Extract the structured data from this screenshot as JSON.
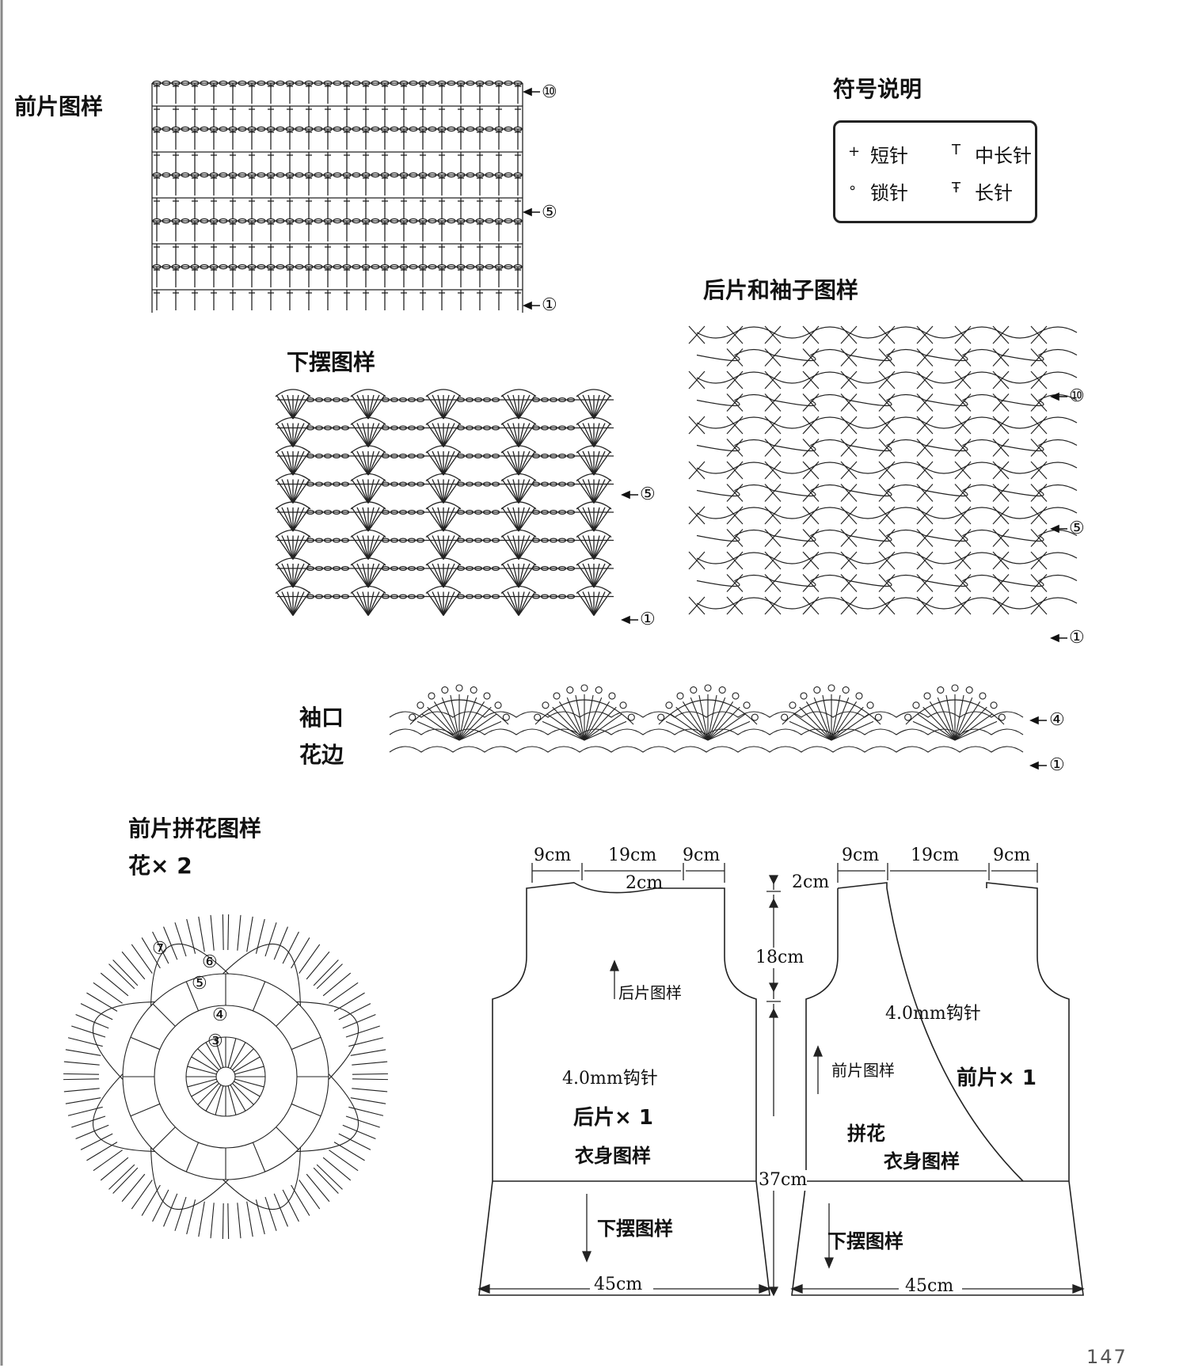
{
  "titles": {
    "front_pattern": "前片图样",
    "legend_title": "符号说明",
    "back_sleeve_pattern": "后片和袖子图样",
    "hem_pattern": "下摆图样",
    "cuff_line1": "袖口",
    "cuff_line2": "花边",
    "motif_line1": "前片拼花图样",
    "motif_line2": "花× 2"
  },
  "legend": {
    "items": [
      {
        "symbol": "+",
        "label": "短针"
      },
      {
        "symbol": "T",
        "label": "中长针"
      },
      {
        "symbol": "∘",
        "label": "锁针"
      },
      {
        "symbol": "Ŧ",
        "label": "长针"
      }
    ]
  },
  "row_markers": {
    "front": [
      "⑩",
      "⑤",
      "①"
    ],
    "hem": [
      "⑤",
      "①"
    ],
    "back": [
      "⑩",
      "⑤",
      "①"
    ],
    "cuff": [
      "④",
      "①"
    ],
    "motif": [
      "⑦",
      "⑥",
      "⑤",
      "④",
      "③"
    ]
  },
  "schematic": {
    "back": {
      "top_dims": [
        "9cm",
        "19cm",
        "9cm"
      ],
      "neck_drop": "2cm",
      "hook": "4.0mm钩针",
      "piece": "后片× 1",
      "body_pattern": "衣身图样",
      "arrow_up_label": "后片图样",
      "arrow_down_label": "下摆图样",
      "width": "45cm"
    },
    "center_dims": {
      "shoulder": "2cm",
      "armhole": "18cm",
      "body": "37cm"
    },
    "front": {
      "top_dims": [
        "9cm",
        "19cm",
        "9cm"
      ],
      "hook": "4.0mm钩针",
      "piece": "前片× 1",
      "motif": "拼花",
      "body_pattern": "衣身图样",
      "arrow_up_label": "前片图样",
      "arrow_down_label": "下摆图样",
      "width": "45cm"
    }
  },
  "page_number": "147"
}
